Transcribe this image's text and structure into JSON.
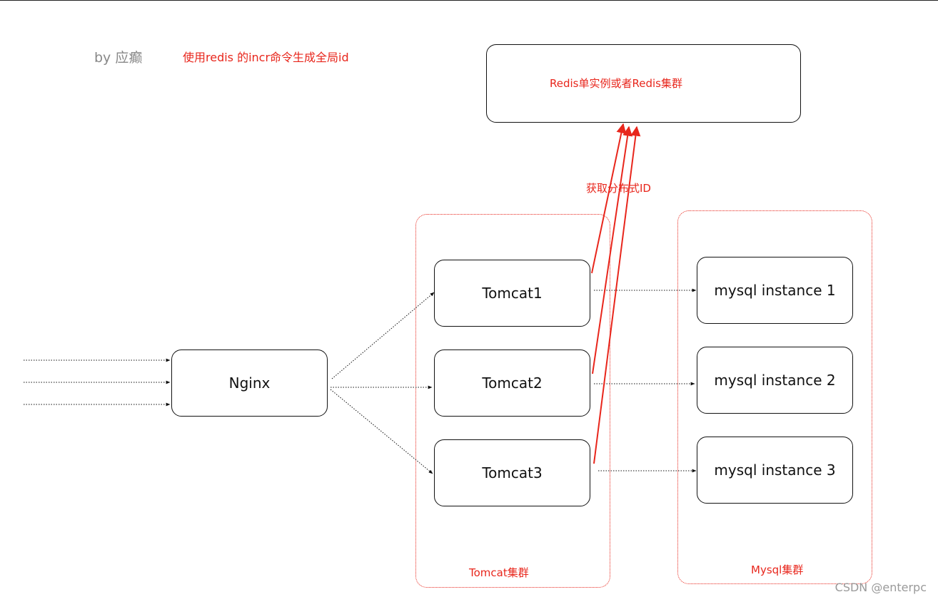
{
  "byline": "by 应癫",
  "heading": "使用redis 的incr命令生成全局id",
  "redis": {
    "label": "Redis单实例或者Redis集群"
  },
  "edge_label": "获取分布式ID",
  "nginx": {
    "label": "Nginx"
  },
  "tomcat_cluster": {
    "label": "Tomcat集群",
    "nodes": [
      "Tomcat1",
      "Tomcat2",
      "Tomcat3"
    ]
  },
  "mysql_cluster": {
    "label": "Mysql集群",
    "nodes": [
      "mysql instance 1",
      "mysql instance 2",
      "mysql instance 3"
    ]
  },
  "watermark": "CSDN @enterpc",
  "colors": {
    "accent": "#e8261c",
    "line": "#111111",
    "muted": "#888888"
  }
}
